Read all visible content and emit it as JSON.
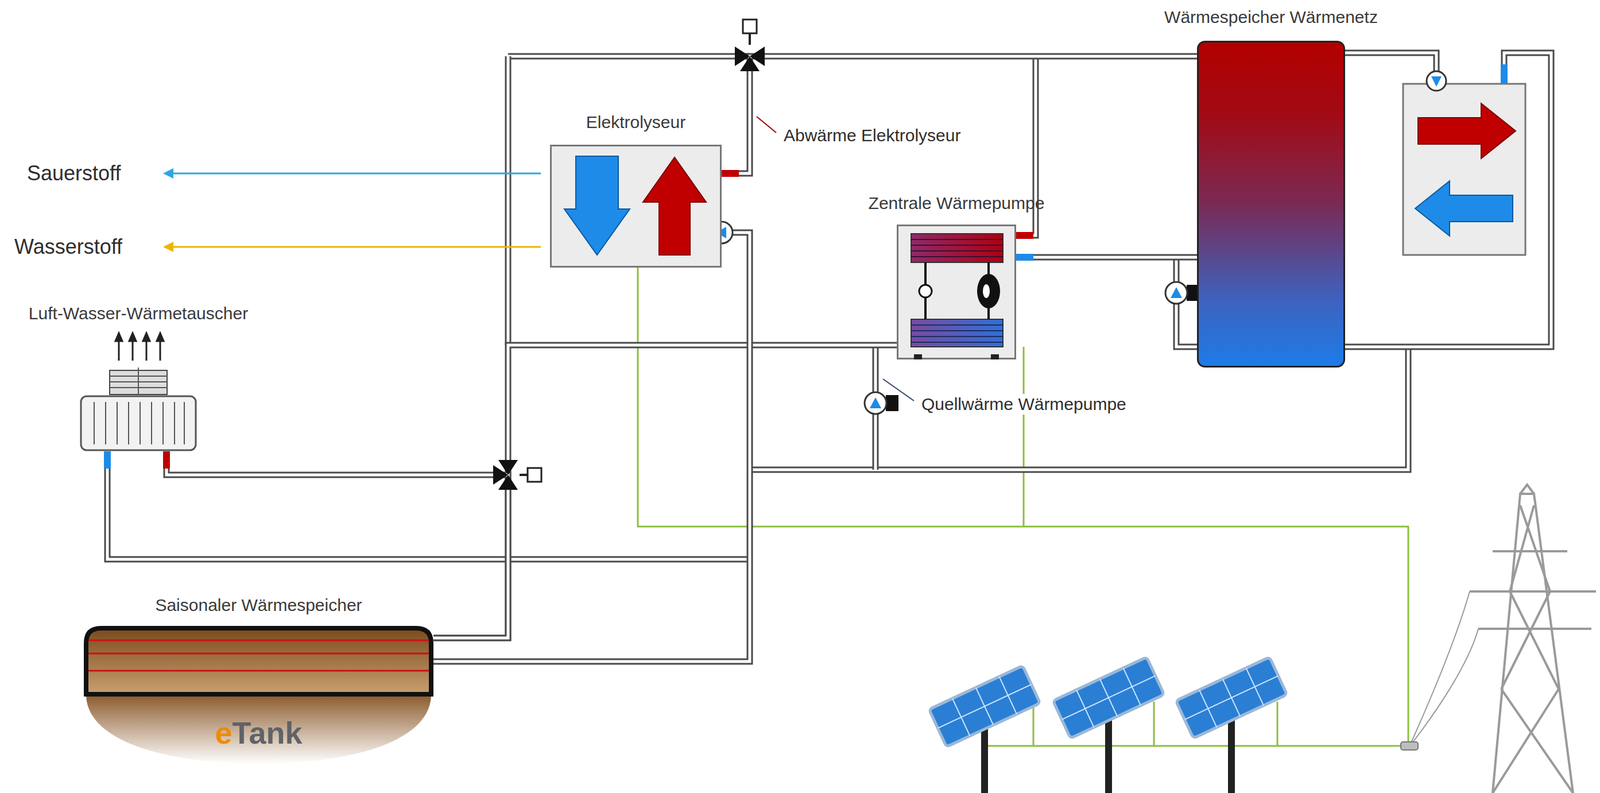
{
  "diagram": {
    "nodes": [
      {
        "text": [
          "Wärmespeicher Wärmenetz"
        ]
      },
      {
        "text": [
          "Elektrolyseur"
        ]
      },
      {
        "text": [
          "Zentrale Wärmepumpe"
        ]
      },
      {
        "text": [
          "Luft-Wasser-Wärmetauscher"
        ]
      },
      {
        "text": [
          "Saisonaler Wärmespeicher",
          "eTank"
        ]
      }
    ],
    "edges": [
      {
        "from": 1,
        "to": 0,
        "arrow": "none"
      },
      {
        "from": 2,
        "to": 0,
        "arrow": "none"
      },
      {
        "from": 4,
        "to": 2,
        "arrow": "none"
      },
      {
        "from": 3,
        "to": 4,
        "arrow": "none"
      },
      {
        "from": 1,
        "to": 4,
        "arrow": "none"
      }
    ],
    "labels": [
      "Sauerstoff",
      "Wasserstoff",
      "Abwärme Elektrolyseur",
      "Quellwärme Wärmepumpe"
    ]
  }
}
